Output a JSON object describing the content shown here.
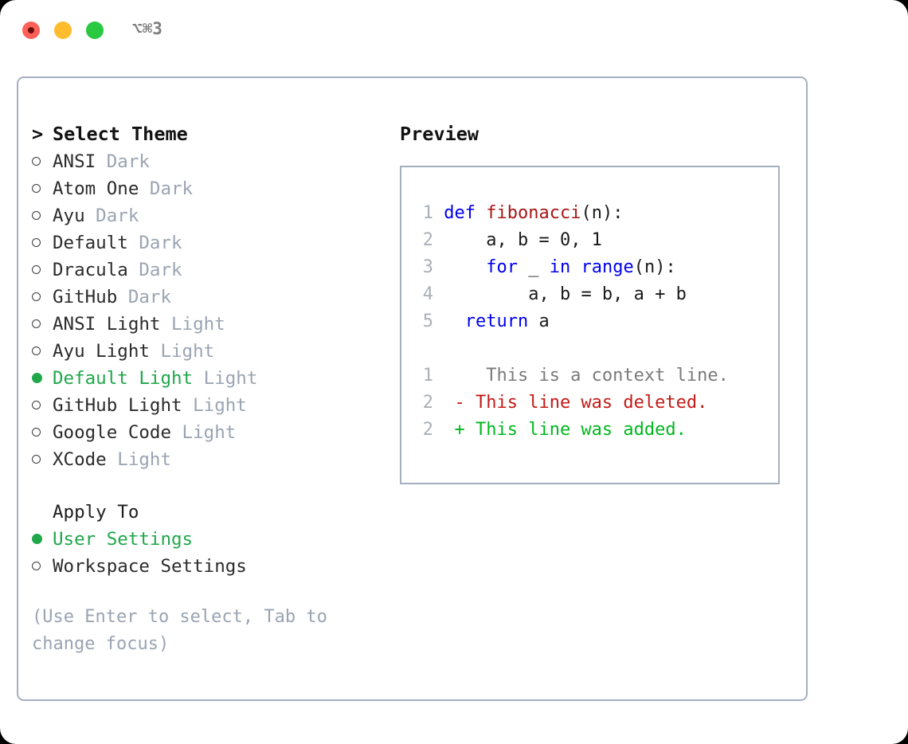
{
  "window": {
    "traffic_lights": [
      "close",
      "minimize",
      "maximize"
    ],
    "shortcut": "⌥⌘3",
    "colors": {
      "close": "#ff6159",
      "minimize": "#febc2e",
      "maximize": "#28c840",
      "border": "#a5b0bf",
      "selected_green": "#1fa74a",
      "muted": "#9aa4b2"
    }
  },
  "theme_list": {
    "header": "> Select Theme",
    "header_caret": ">",
    "header_label": "Select Theme",
    "items": [
      {
        "marker": "○",
        "name": "ANSI",
        "tag": "Dark",
        "selected": false
      },
      {
        "marker": "○",
        "name": "Atom One",
        "tag": "Dark",
        "selected": false
      },
      {
        "marker": "○",
        "name": "Ayu",
        "tag": "Dark",
        "selected": false
      },
      {
        "marker": "○",
        "name": "Default",
        "tag": "Dark",
        "selected": false
      },
      {
        "marker": "○",
        "name": "Dracula",
        "tag": "Dark",
        "selected": false
      },
      {
        "marker": "○",
        "name": "GitHub",
        "tag": "Dark",
        "selected": false
      },
      {
        "marker": "○",
        "name": "ANSI Light",
        "tag": "Light",
        "selected": false
      },
      {
        "marker": "○",
        "name": "Ayu Light",
        "tag": "Light",
        "selected": false
      },
      {
        "marker": "●",
        "name": "Default Light",
        "tag": "Light",
        "selected": true
      },
      {
        "marker": "○",
        "name": "GitHub Light",
        "tag": "Light",
        "selected": false
      },
      {
        "marker": "○",
        "name": "Google Code",
        "tag": "Light",
        "selected": false
      },
      {
        "marker": "○",
        "name": "XCode",
        "tag": "Light",
        "selected": false
      }
    ]
  },
  "apply_to": {
    "header": "Apply To",
    "items": [
      {
        "marker": "●",
        "name": "User Settings",
        "selected": true
      },
      {
        "marker": "○",
        "name": "Workspace Settings",
        "selected": false
      }
    ]
  },
  "hint": "(Use Enter to select, Tab to change focus)",
  "preview": {
    "title": "Preview",
    "code_lines": [
      {
        "num": "1",
        "indent": "",
        "tokens": [
          {
            "t": "def",
            "c": "kw"
          },
          {
            "t": " ",
            "c": "pl"
          },
          {
            "t": "fibonacci",
            "c": "fn"
          },
          {
            "t": "(n):",
            "c": "pl"
          }
        ]
      },
      {
        "num": "2",
        "indent": "    ",
        "tokens": [
          {
            "t": "a, b = 0, 1",
            "c": "pl"
          }
        ]
      },
      {
        "num": "3",
        "indent": "    ",
        "tokens": [
          {
            "t": "for",
            "c": "kw"
          },
          {
            "t": " _ ",
            "c": "pl"
          },
          {
            "t": "in",
            "c": "kw"
          },
          {
            "t": " ",
            "c": "pl"
          },
          {
            "t": "range",
            "c": "kw"
          },
          {
            "t": "(n):",
            "c": "pl"
          }
        ]
      },
      {
        "num": "4",
        "indent": "        ",
        "tokens": [
          {
            "t": "a, b = b, a + b",
            "c": "pl"
          }
        ]
      },
      {
        "num": "5",
        "indent": "  ",
        "tokens": [
          {
            "t": "return",
            "c": "kw"
          },
          {
            "t": " a",
            "c": "pl"
          }
        ]
      }
    ],
    "diff_lines": [
      {
        "num": "1",
        "sign": " ",
        "text": "  This is a context line.",
        "kind": "d-ctx"
      },
      {
        "num": "2",
        "sign": "-",
        "text": " This line was deleted.",
        "kind": "d-del"
      },
      {
        "num": "2",
        "sign": "+",
        "text": " This line was added.",
        "kind": "d-add"
      }
    ]
  }
}
